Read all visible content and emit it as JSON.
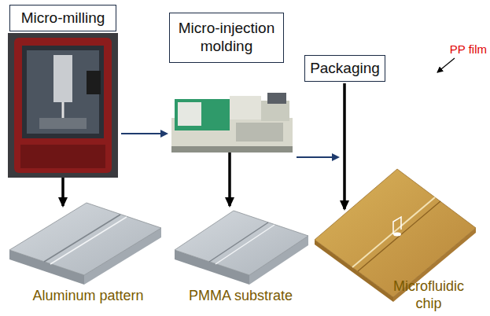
{
  "diagram": {
    "nodes": [
      {
        "text": [
          "Micro-milling"
        ]
      },
      {
        "text": [
          "Micro-injection molding"
        ]
      },
      {
        "text": [
          "Packaging"
        ]
      }
    ],
    "labels": [
      "Aluminum pattern",
      "PMMA substrate",
      "Microfluidic chip",
      "PP film"
    ]
  }
}
